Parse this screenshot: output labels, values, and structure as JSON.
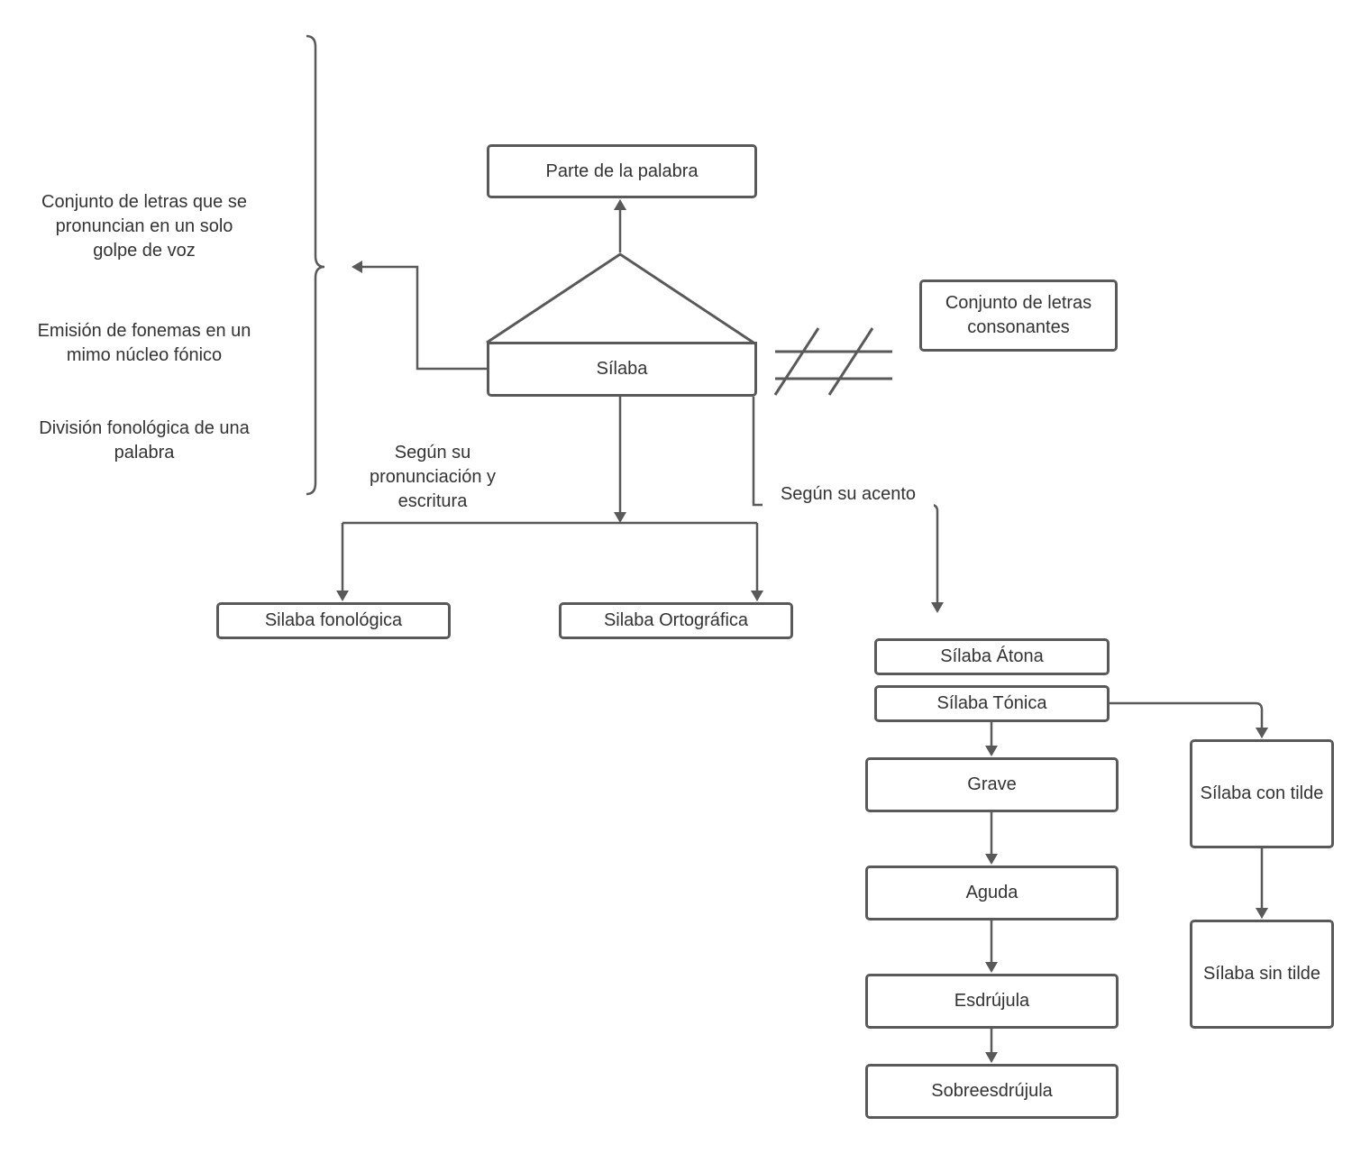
{
  "diagram": {
    "line_color": "#595959",
    "text_color": "#333333",
    "nodes": {
      "parte_palabra": "Parte de la palabra",
      "silaba": "Sílaba",
      "conjunto_consonantes": "Conjunto de letras consonantes",
      "silaba_fonologica": "Silaba fonológica",
      "silaba_ortografica": "Silaba Ortográfica",
      "silaba_atona": "Sílaba Átona",
      "silaba_tonica": "Sílaba Tónica",
      "grave": "Grave",
      "aguda": "Aguda",
      "esdrujula": "Esdrújula",
      "sobreesdrujula": "Sobreesdrújula",
      "silaba_con_tilde": "Sílaba con tilde",
      "silaba_sin_tilde": "Sílaba sin tilde"
    },
    "definitions": [
      "Conjunto de letras que se pronuncian en un solo golpe de voz",
      "Emisión de fonemas en un mimo núcleo fónico",
      "División fonológica de una palabra"
    ],
    "edge_labels": {
      "pronunciacion_escritura": "Según su pronunciación y escritura",
      "acento": "Según su acento"
    }
  }
}
